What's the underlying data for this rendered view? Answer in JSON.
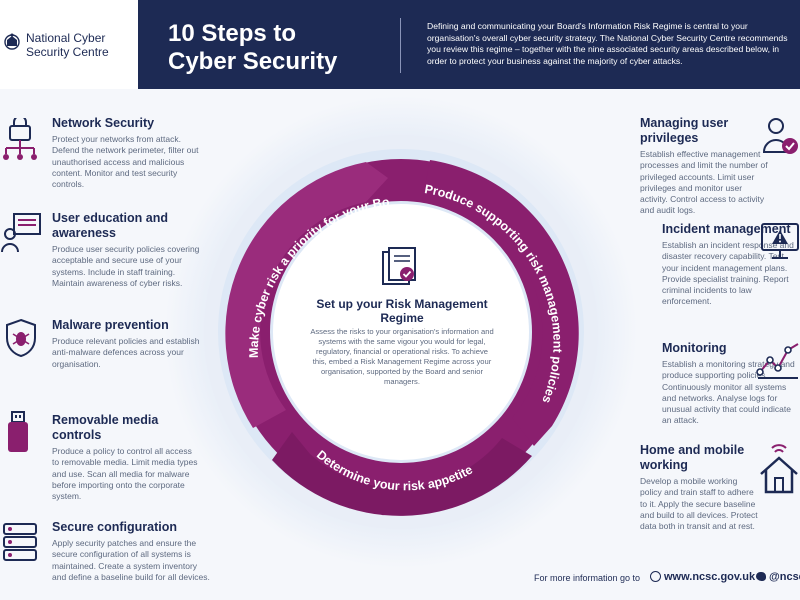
{
  "header": {
    "org_line1": "National Cyber",
    "org_line2": "Security Centre",
    "title_line1": "10 Steps to",
    "title_line2": "Cyber Security",
    "intro": "Defining and communicating your Board's Information Risk Regime is central to your organisation's overall cyber security strategy. The National Cyber Security Centre recommends you review this regime – together with the nine associated security areas described below, in order to protect your business against the majority of cyber attacks."
  },
  "left_items": [
    {
      "title": "Network Security",
      "body": "Protect your networks from attack. Defend the network perimeter, filter out unauthorised access and malicious content. Monitor and test security controls.",
      "icon": "network-icon"
    },
    {
      "title": "User education and awareness",
      "body": "Produce user security policies covering acceptable and secure use of your systems. Include in staff training. Maintain awareness of cyber risks.",
      "icon": "user-education-icon"
    },
    {
      "title": "Malware prevention",
      "body": "Produce relevant policies and establish anti-malware defences across your organisation.",
      "icon": "malware-bug-icon"
    },
    {
      "title": "Removable media controls",
      "body": "Produce a policy to control all access to removable media. Limit media types and use. Scan all media for malware before importing onto the corporate system.",
      "icon": "usb-drive-icon"
    },
    {
      "title": "Secure configuration",
      "body": "Apply security patches and ensure the secure configuration of all systems is maintained. Create a system inventory and define a baseline build for all devices.",
      "icon": "server-icon"
    }
  ],
  "right_items": [
    {
      "title": "Managing user privileges",
      "body": "Establish effective management processes and limit the number of privileged accounts. Limit user privileges and monitor user activity. Control access to activity and audit logs.",
      "icon": "user-check-icon"
    },
    {
      "title": "Incident management",
      "body": "Establish an incident response and disaster recovery capability. Test your incident management plans. Provide specialist training. Report criminal incidents to law enforcement.",
      "icon": "warning-monitor-icon"
    },
    {
      "title": "Monitoring",
      "body": "Establish a monitoring strategy and produce supporting policies. Continuously monitor all systems and networks. Analyse logs for unusual activity that could indicate an attack.",
      "icon": "line-graph-icon"
    },
    {
      "title": "Home and mobile working",
      "body": "Develop a mobile working policy and train staff to adhere to it. Apply the secure baseline and build to all devices. Protect data both in transit and at rest.",
      "icon": "home-wifi-icon"
    }
  ],
  "wheel": {
    "arrow_left": "Make cyber risk a priority for your Board",
    "arrow_right": "Produce supporting risk management policies",
    "arrow_bottom": "Determine your risk appetite",
    "center_title": "Set up your Risk Management Regime",
    "center_body": "Assess the risks to your organisation's information and systems with the same vigour you would for legal, regulatory, financial or operational risks. To achieve this, embed a Risk Management Regime across your organisation, supported by the Board and senior managers."
  },
  "footer": {
    "more_info": "For more information go to",
    "url": "www.ncsc.gov.uk",
    "twitter": "@ncsc"
  },
  "colors": {
    "navy": "#1d2a54",
    "purple": "#8a1f6e",
    "purple_light": "#a8398a",
    "text_grey": "#5e6a80"
  }
}
